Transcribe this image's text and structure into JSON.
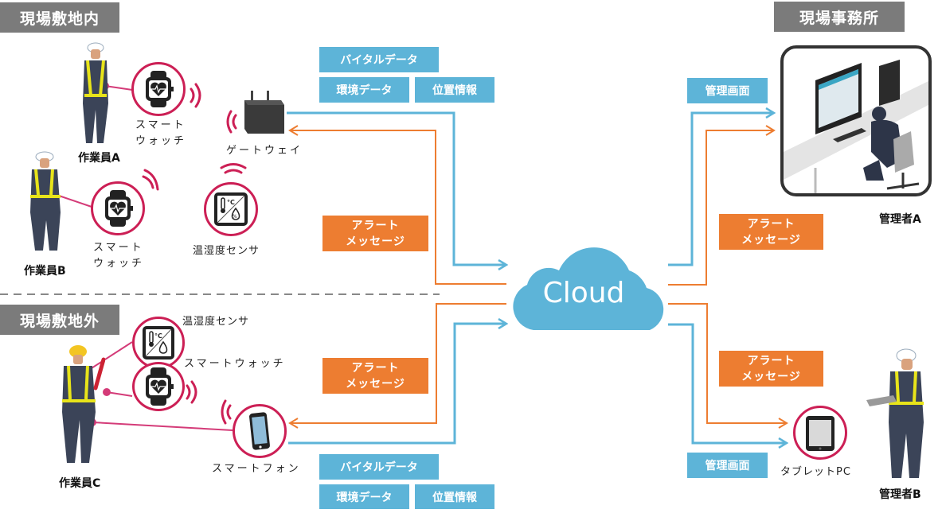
{
  "sections": {
    "onsite": "現場敷地内",
    "offsite": "現場敷地外",
    "office": "現場事務所"
  },
  "workers": {
    "a": "作業員A",
    "b": "作業員B",
    "c": "作業員C"
  },
  "managers": {
    "a": "管理者A",
    "b": "管理者B"
  },
  "devices": {
    "smartwatch_a": [
      "スマート",
      "ウォッチ"
    ],
    "smartwatch_b": [
      "スマート",
      "ウォッチ"
    ],
    "gateway": "ゲートウェイ",
    "sensor_onsite": "温湿度センサ",
    "sensor_offsite": "温湿度センサ",
    "smartwatch_c": "スマートウォッチ",
    "smartphone": "スマートフォン",
    "tablet": "タブレットPC"
  },
  "cloud": {
    "label": "Cloud"
  },
  "data_tags": {
    "vital": "バイタルデータ",
    "environment": "環境データ",
    "location": "位置情報",
    "admin_screen": "管理画面"
  },
  "alert_tag": [
    "アラート",
    "メッセージ"
  ],
  "colors": {
    "data_flow": "#5db4d8",
    "alert_flow": "#ed7d31",
    "device_ring": "#cc1f55",
    "section_tag": "#7b7b7b"
  }
}
